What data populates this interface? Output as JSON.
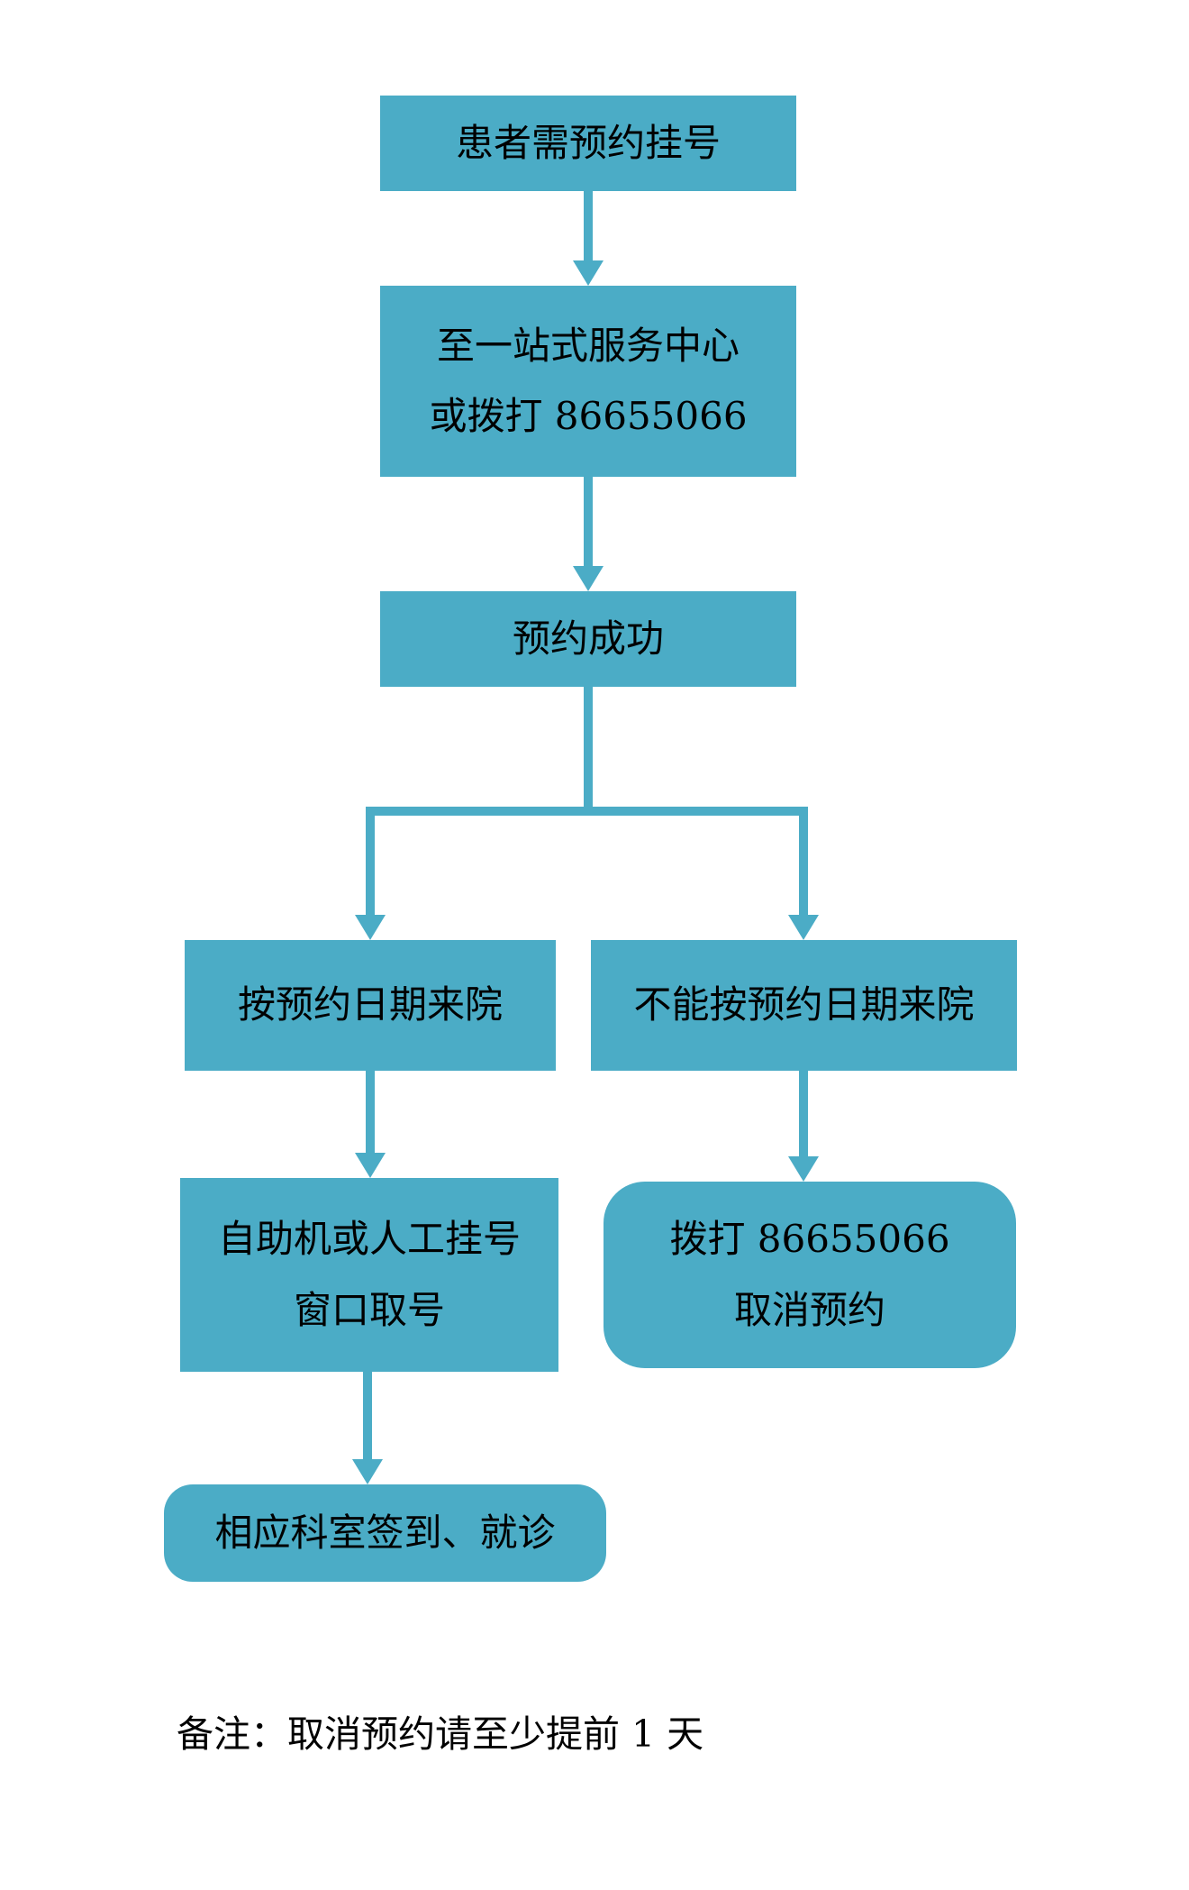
{
  "colors": {
    "box_fill": "#4BACC6",
    "text": "#000000",
    "background": "#FFFFFF"
  },
  "flowchart": {
    "start": {
      "label": "患者需预约挂号"
    },
    "service_center": {
      "line1": "至一站式服务中心",
      "line2": "或拨打 86655066"
    },
    "success": {
      "label": "预约成功"
    },
    "on_date": {
      "label": "按预约日期来院"
    },
    "not_on_date": {
      "label": "不能按预约日期来院"
    },
    "get_number": {
      "line1": "自助机或人工挂号",
      "line2": "窗口取号"
    },
    "cancel": {
      "line1": "拨打 86655066",
      "line2": "取消预约"
    },
    "checkin": {
      "label": "相应科室签到、就诊"
    },
    "note": "备注：取消预约请至少提前 1 天"
  }
}
